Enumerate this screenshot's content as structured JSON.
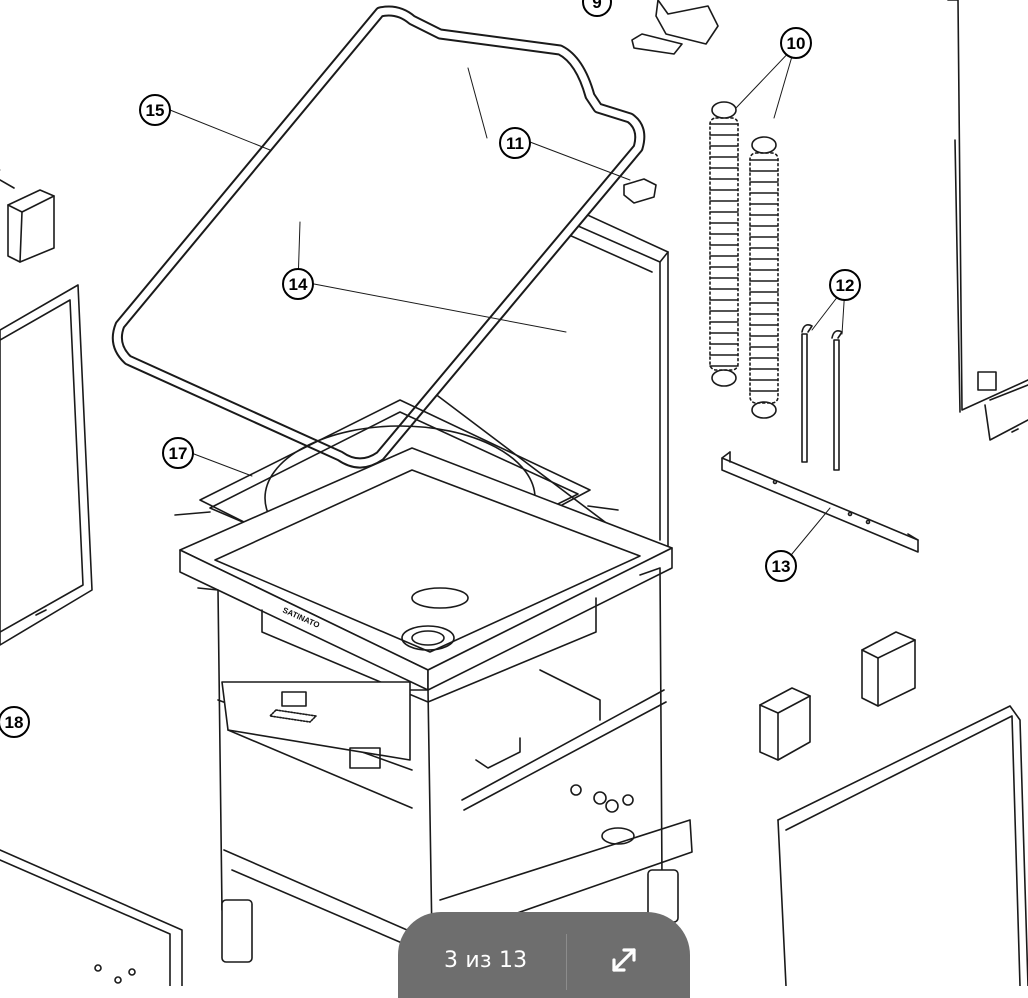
{
  "viewer": {
    "counter_text": "3 из 13",
    "fullscreen_icon": "expand-diagonal-icon",
    "pager_color": "#6e6e6e"
  },
  "drawing": {
    "callouts": [
      "9",
      "10",
      "11",
      "12",
      "13",
      "14",
      "15",
      "17",
      "18"
    ],
    "nameplate_text": "SATINATO"
  }
}
